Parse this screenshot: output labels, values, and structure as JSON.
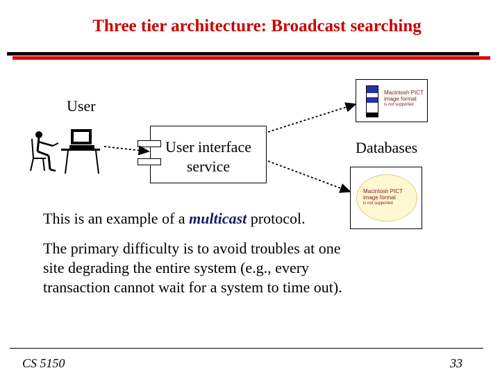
{
  "title": "Three tier architecture: Broadcast searching",
  "diagram": {
    "user_label": "User",
    "service_label_line1": "User interface",
    "service_label_line2": "service",
    "databases_label": "Databases",
    "pict_placeholder_line1": "Macintosh PICT",
    "pict_placeholder_line2": "image format",
    "pict_placeholder_line3": "is not supported"
  },
  "body": {
    "para1_before": "This is an example of a ",
    "para1_emph": "multicast",
    "para1_after": " protocol.",
    "para2": "The primary difficulty is to avoid troubles at one site degrading the entire system (e.g., every transaction cannot wait for a system to time out)."
  },
  "footer": {
    "course": "CS 5150",
    "page": "33"
  },
  "colors": {
    "title": "#cc0000",
    "emphasis": "#1a1a66",
    "rule_red": "#dd0000"
  }
}
